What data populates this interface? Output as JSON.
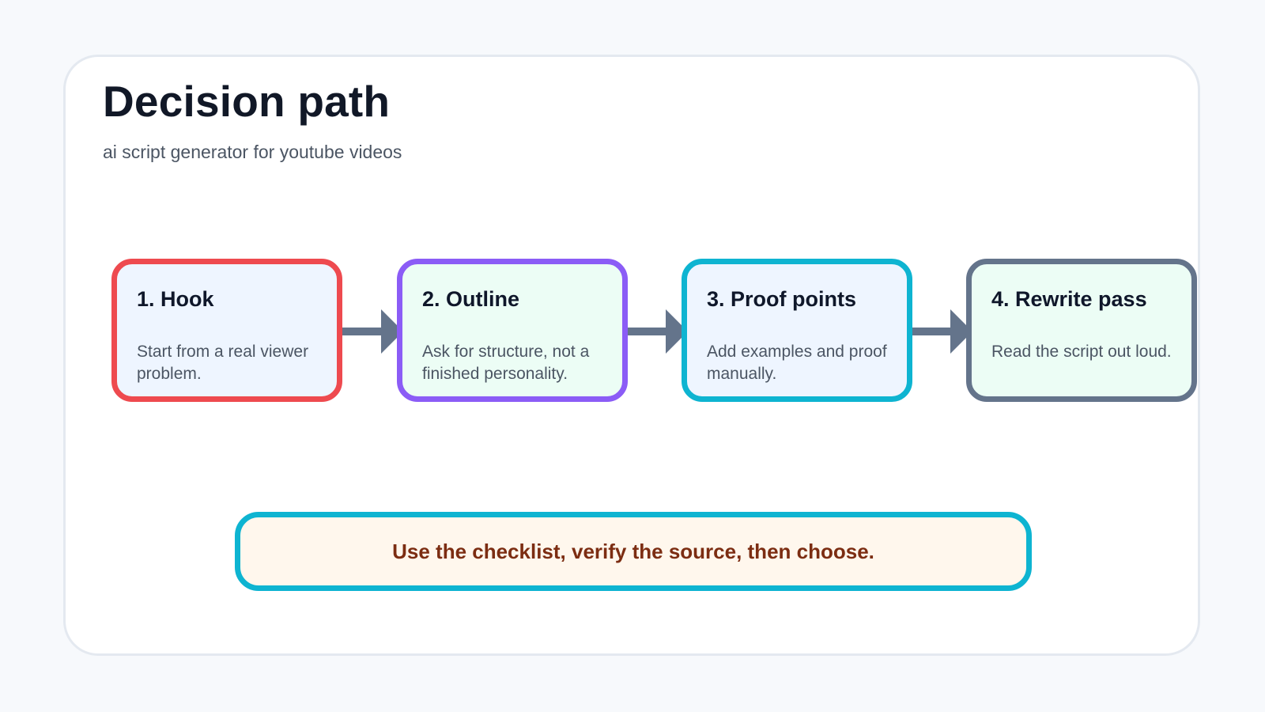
{
  "header": {
    "title": "Decision path",
    "subtitle": "ai script generator for youtube videos"
  },
  "steps": [
    {
      "title": "1. Hook",
      "body": "Start from a real viewer problem.",
      "border_color": "#ee4a4f",
      "fill_color": "#eef5ff"
    },
    {
      "title": "2. Outline",
      "body": "Ask for structure, not a finished personality.",
      "border_color": "#8b5cf6",
      "fill_color": "#ecfdf5"
    },
    {
      "title": "3. Proof points",
      "body": "Add examples and proof manually.",
      "border_color": "#0eb4d1",
      "fill_color": "#eef5ff"
    },
    {
      "title": "4. Rewrite pass",
      "body": "Read the script out loud.",
      "border_color": "#64748b",
      "fill_color": "#ecfdf5"
    }
  ],
  "connector_color": "#64748b",
  "callout": {
    "text": "Use the checklist, verify the source, then choose.",
    "border_color": "#0eb4d1",
    "fill_color": "#fff7ed",
    "text_color": "#7c2d12"
  }
}
